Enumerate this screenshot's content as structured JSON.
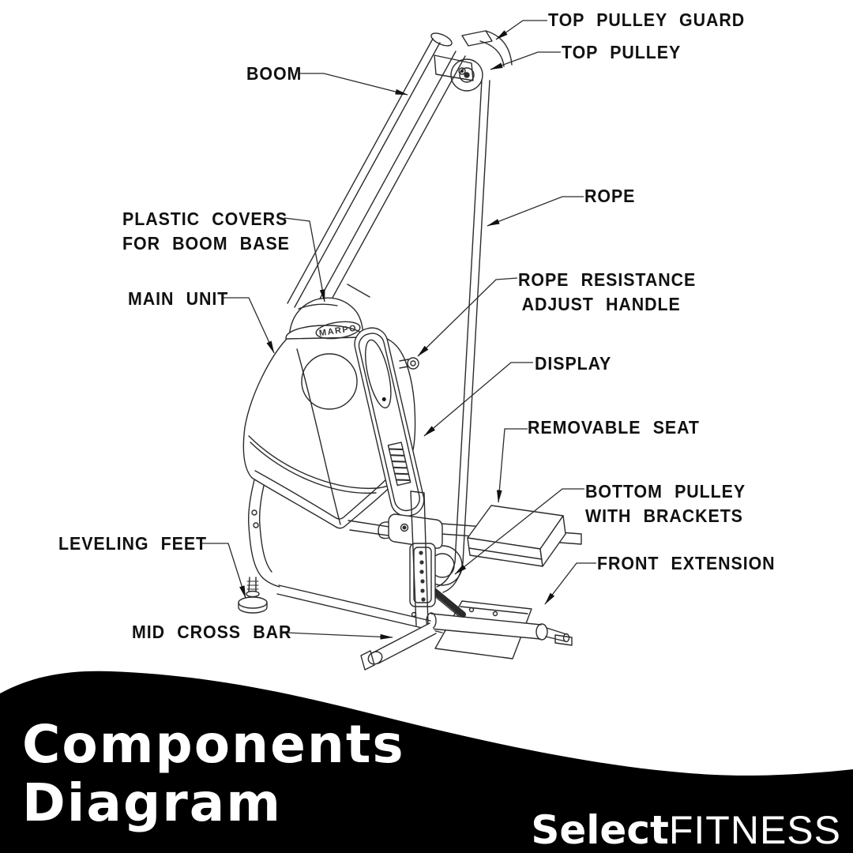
{
  "title": {
    "line1": "Components",
    "line2": "Diagram"
  },
  "brand": {
    "bold": "Select",
    "light": "FITNESS"
  },
  "machine": {
    "embossed_logo": "MARPO"
  },
  "labels": {
    "top_pulley_guard": "TOP PULLEY GUARD",
    "top_pulley": "TOP PULLEY",
    "boom": "BOOM",
    "rope": "ROPE",
    "plastic_covers_line1": "PLASTIC COVERS",
    "plastic_covers_line2": "FOR BOOM BASE",
    "main_unit": "MAIN UNIT",
    "rope_resistance_line1": "ROPE RESISTANCE",
    "rope_resistance_line2": "ADJUST HANDLE",
    "display": "DISPLAY",
    "removable_seat": "REMOVABLE SEAT",
    "bottom_pulley_line1": "BOTTOM PULLEY",
    "bottom_pulley_line2": "WITH BRACKETS",
    "front_extension": "FRONT EXTENSION",
    "leveling_feet": "LEVELING FEET",
    "mid_cross_bar": "MID CROSS BAR"
  },
  "colors": {
    "banner_background": "#000000",
    "banner_text": "#ffffff",
    "line_art": "#2b2b2b",
    "label_text": "#111111"
  }
}
